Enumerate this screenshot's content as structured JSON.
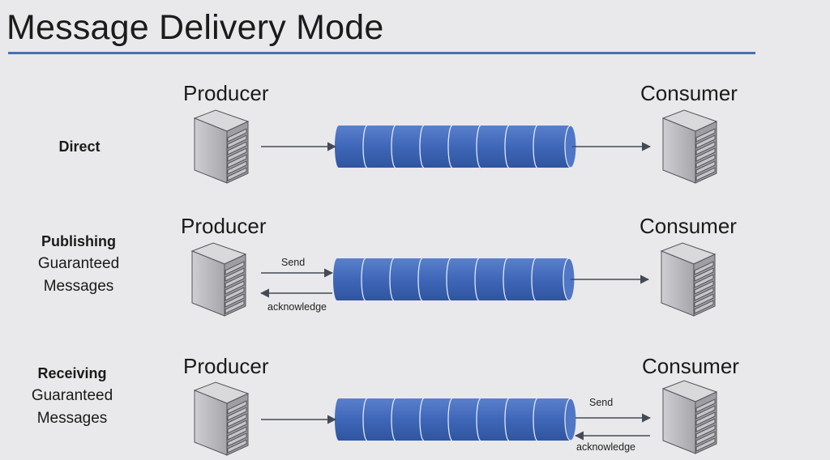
{
  "title": "Message Delivery Mode",
  "colors": {
    "rule": "#4a6fb3",
    "queue": "#3f67b8",
    "arrow": "#444a55"
  },
  "rows": [
    {
      "mode_bold": "Direct",
      "mode_lines": [],
      "producer": "Producer",
      "consumer": "Consumer"
    },
    {
      "mode_bold": "Publishing",
      "mode_lines": [
        "Guaranteed",
        "Messages"
      ],
      "producer": "Producer",
      "consumer": "Consumer",
      "send": "Send",
      "ack": "acknowledge"
    },
    {
      "mode_bold": "Receiving",
      "mode_lines": [
        "Guaranteed",
        "Messages"
      ],
      "producer": "Producer",
      "consumer": "Consumer",
      "send": "Send",
      "ack": "acknowledge"
    }
  ]
}
